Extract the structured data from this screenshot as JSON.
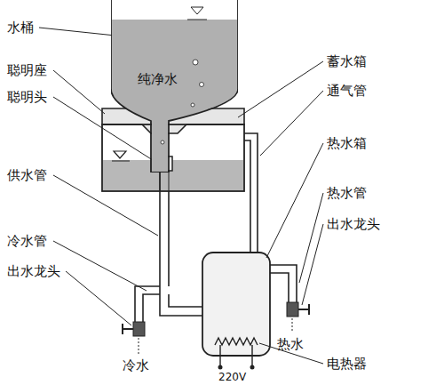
{
  "diagram": {
    "nodes": [
      {
        "text": [
          "纯净水"
        ]
      }
    ],
    "labels": [
      "水桶",
      "聪明座",
      "聪明头",
      "供水管",
      "冷水管",
      "出水龙头",
      "冷水",
      "蓄水箱",
      "通气管",
      "热水箱",
      "热水管",
      "出水龙头",
      "热水",
      "电热器",
      "220V"
    ]
  }
}
